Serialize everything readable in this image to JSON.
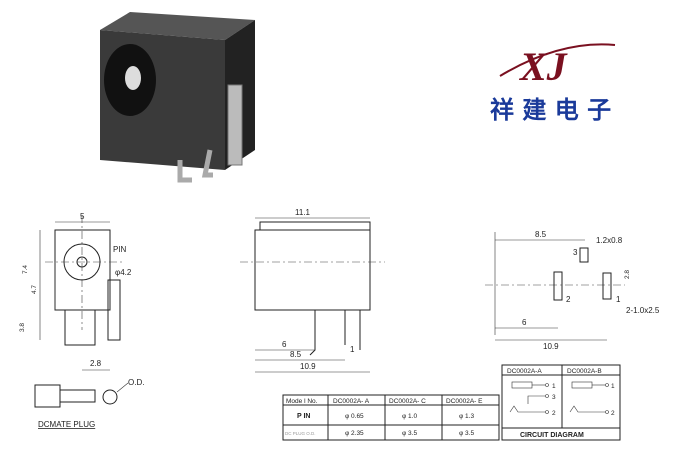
{
  "logo": {
    "mark": "XJ",
    "company": "祥 建 电 子",
    "mark_color": "#7a1020",
    "company_color": "#1a3a9a"
  },
  "left_view": {
    "width": "5",
    "height_top": "7.4",
    "height_mid": "4.7",
    "height_bottom": "3.8",
    "pin_label": "PIN",
    "hole_dia": "φ4.2",
    "pin_offset": "2.8"
  },
  "plug": {
    "label": "DCMATE PLUG",
    "od_label": "O.D."
  },
  "side_view": {
    "length": "11.1",
    "dim1": "6",
    "dim2": "8.5",
    "dim3": "10.9",
    "dim4": "1"
  },
  "pcb_view": {
    "width": "8.5",
    "hole_top": "1.2x0.8",
    "pin_spacing": "2.8",
    "slot": "2-1.0x2.5",
    "dim1": "6",
    "dim2": "10.9",
    "pin1": "1",
    "pin2": "2",
    "pin3": "3"
  },
  "table": {
    "headers": [
      "Mode l No.",
      "DC0002A- A",
      "DC0002A- C",
      "DC0002A- E"
    ],
    "rows": [
      [
        "P IN",
        "φ 0.65",
        "φ 1.0",
        "φ 1.3"
      ],
      [
        "DC PLUG O.D.",
        "φ 2.35",
        "φ 3.5",
        "φ 3.5"
      ]
    ]
  },
  "circuit": {
    "col_a": "DC0002A-A",
    "col_b": "DC0002A-B",
    "title": "CIRCUIT DIAGRAM",
    "p1": "1",
    "p2": "2",
    "p3": "3"
  }
}
